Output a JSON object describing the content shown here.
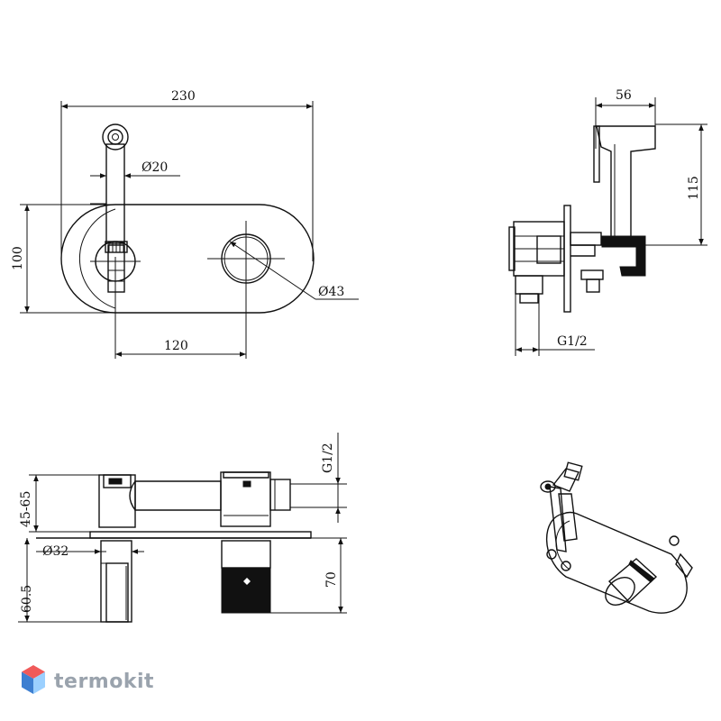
{
  "front_view": {
    "width_dim": "230",
    "height_dim": "100",
    "spacing_dim": "120",
    "holder_diameter": "Ø20",
    "knob_diameter": "Ø43"
  },
  "side_view": {
    "depth_dim": "56",
    "height_dim": "115",
    "thread_dim": "G1/2"
  },
  "top_view": {
    "outlet_thread": "G1/2",
    "wall_depth_range": "45-65",
    "body_diameter": "Ø32",
    "left_depth": "60.5",
    "right_depth": "70"
  },
  "watermark": {
    "brand": "termokit",
    "icon": "hexagon-logo-icon",
    "colors": {
      "top": "#f05a5a",
      "left": "#3d7fd1",
      "right": "#9bd0ff"
    }
  }
}
